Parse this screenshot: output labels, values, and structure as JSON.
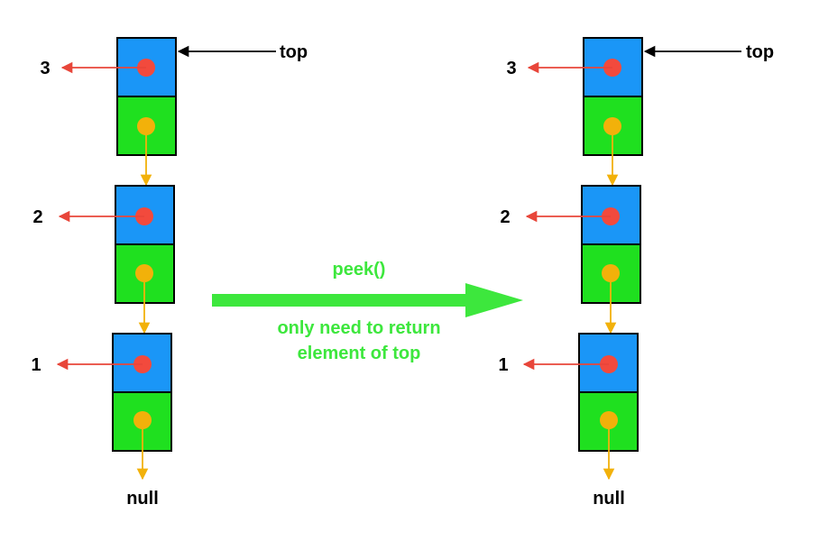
{
  "colors": {
    "value_cell": "#1a96f7",
    "next_cell": "#1fe01f",
    "value_dot": "#f24a3d",
    "next_dot": "#f2b10a",
    "value_arrow": "#e8463a",
    "next_arrow": "#f2b10a",
    "cell_border": "#000000",
    "operation": "#3de73d"
  },
  "before": {
    "top_label": "top",
    "nodes": [
      {
        "value": "3"
      },
      {
        "value": "2"
      },
      {
        "value": "1"
      }
    ],
    "null_label": "null"
  },
  "after": {
    "top_label": "top",
    "nodes": [
      {
        "value": "3"
      },
      {
        "value": "2"
      },
      {
        "value": "1"
      }
    ],
    "null_label": "null"
  },
  "operation": {
    "name": "peek()",
    "description_line1": "only need to return",
    "description_line2": "element of top"
  }
}
